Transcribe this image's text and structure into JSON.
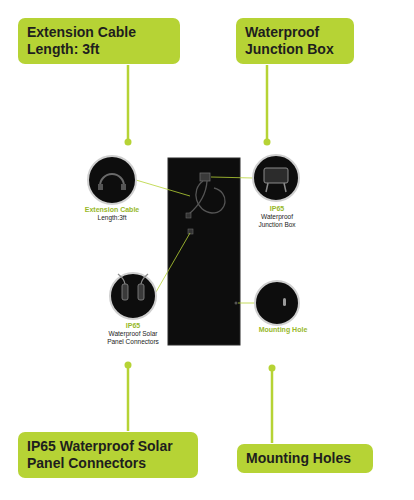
{
  "diagram": {
    "nodes": [
      {
        "text": [
          "Extension Cable Length: 3ft"
        ]
      },
      {
        "text": [
          "Waterproof Junction Box"
        ]
      },
      {
        "text": [
          "IP65 Waterproof Solar Panel Connectors"
        ]
      },
      {
        "text": [
          "Mounting Holes"
        ]
      }
    ],
    "labels": [
      "Extension Cable",
      "Length:3ft",
      "IP65",
      "Waterproof Junction Box",
      "IP65",
      "Waterproof Solar Panel Connectors",
      "Mounting Hole"
    ]
  }
}
